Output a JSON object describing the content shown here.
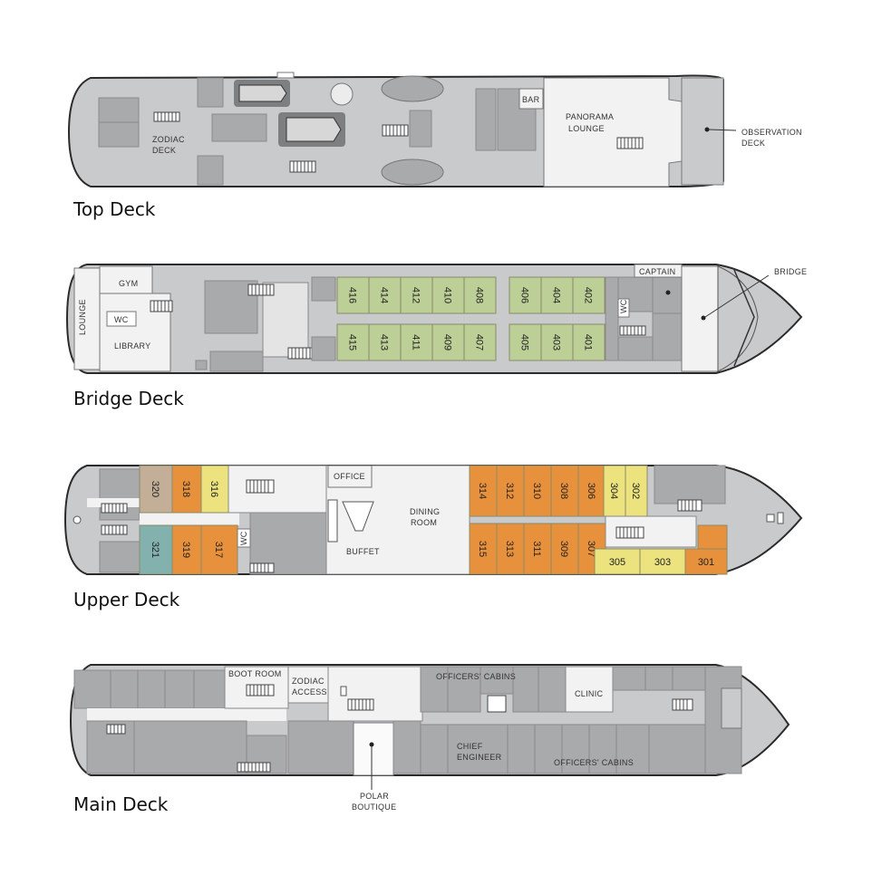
{
  "decks": {
    "top": {
      "title": "Top Deck",
      "labels": {
        "zodiac": [
          "ZODIAC",
          "DECK"
        ],
        "bar": "BAR",
        "panorama": [
          "PANORAMA",
          "LOUNGE"
        ],
        "observation": [
          "OBSERVATION",
          "DECK"
        ]
      }
    },
    "bridge": {
      "title": "Bridge Deck",
      "labels": {
        "gym": "GYM",
        "lounge": "LOUNGE",
        "wc": "WC",
        "library": "LIBRARY",
        "captain": "CAPTAIN",
        "bridge": "BRIDGE",
        "wc2": "WC"
      },
      "cabins_top": [
        "416",
        "414",
        "412",
        "410",
        "408",
        "406",
        "404",
        "402"
      ],
      "cabins_bottom": [
        "415",
        "413",
        "411",
        "409",
        "407",
        "405",
        "403",
        "401"
      ]
    },
    "upper": {
      "title": "Upper Deck",
      "labels": {
        "office": "OFFICE",
        "dining": [
          "DINING",
          "ROOM"
        ],
        "buffet": "BUFFET",
        "wc": "WC"
      },
      "cabins_aft_top": [
        "320",
        "318",
        "316"
      ],
      "cabins_aft_bottom": [
        "321",
        "319",
        "317"
      ],
      "cabins_fwd_top": [
        "314",
        "312",
        "310",
        "308",
        "306",
        "304",
        "302"
      ],
      "cabins_fwd_bottom": [
        "315",
        "313",
        "311",
        "309",
        "307"
      ],
      "cabins_fwd_extra": [
        "305",
        "303",
        "301"
      ]
    },
    "main": {
      "title": "Main Deck",
      "labels": {
        "boot": "BOOT ROOM",
        "zodiac": [
          "ZODIAC",
          "ACCESS"
        ],
        "officers1": "OFFICERS' CABINS",
        "clinic": "CLINIC",
        "chief": [
          "CHIEF",
          "ENGINEER"
        ],
        "officers2": "OFFICERS' CABINS",
        "polar": [
          "POLAR",
          "BOUTIQUE"
        ]
      }
    }
  },
  "colors": {
    "green": "#bccf96",
    "orange": "#e8913c",
    "yellow": "#ece27e",
    "tan": "#c3ae97",
    "teal": "#82b1ae",
    "grey": "#c9cacc",
    "room": "#a9aaac"
  }
}
